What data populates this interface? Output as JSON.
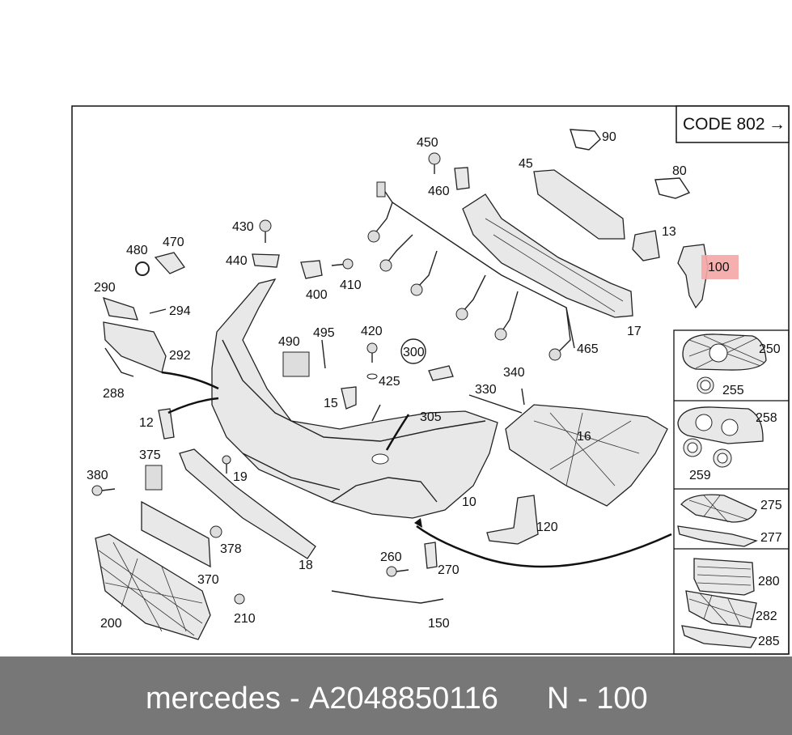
{
  "code_box": {
    "label": "CODE 802",
    "arrow": "→"
  },
  "highlight": {
    "callout": "100",
    "color": "#f4a6a6"
  },
  "callouts": [
    "450",
    "90",
    "45",
    "460",
    "80",
    "13",
    "17",
    "465",
    "430",
    "440",
    "480",
    "470",
    "400",
    "410",
    "290",
    "294",
    "292",
    "288",
    "490",
    "495",
    "420",
    "425",
    "300",
    "305",
    "330",
    "340",
    "15",
    "12",
    "16",
    "375",
    "380",
    "19",
    "10",
    "120",
    "370",
    "378",
    "18",
    "260",
    "270",
    "200",
    "210",
    "150"
  ],
  "side_panel": [
    "250",
    "255",
    "258",
    "259",
    "275",
    "277",
    "280",
    "282",
    "285"
  ],
  "footer": {
    "brand": "mercedes",
    "separator": "-",
    "part_number": "A2048850116",
    "position": "N - 100"
  },
  "colors": {
    "footer_bg": "#777777",
    "frame": "#111111"
  }
}
